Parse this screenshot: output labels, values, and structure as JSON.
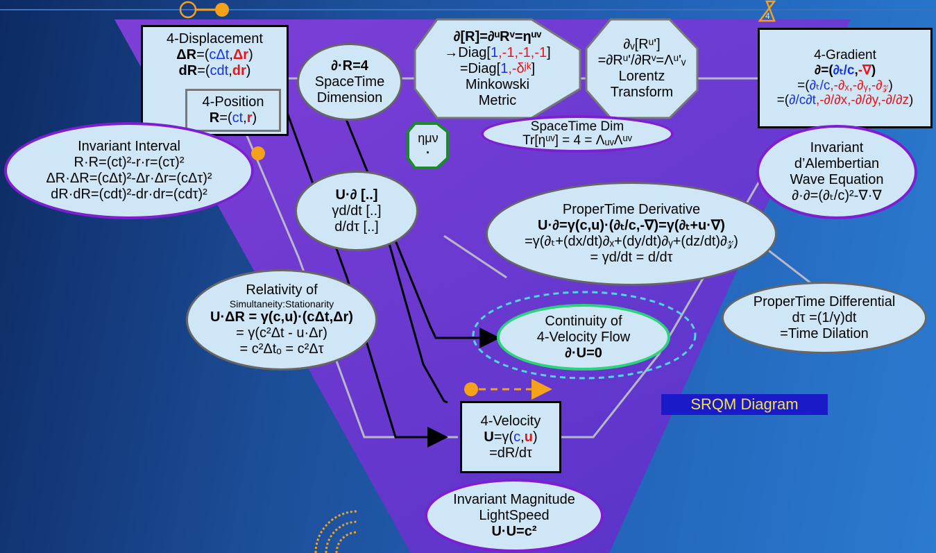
{
  "displacement": {
    "title": "4-Displacement",
    "dR_lhs": "ΔR",
    "dR_eq": "=(",
    "dR_ct": "cΔt",
    "dR_comma": ",",
    "dR_r": "Δr",
    "dR_close": ")",
    "d_lhs": "dR",
    "d_eq": "=(",
    "d_ct": "cdt",
    "d_comma": ",",
    "d_r": "dr",
    "d_close": ")"
  },
  "position": {
    "title": "4-Position",
    "lhs": "R",
    "eq": "=(",
    "ct": "ct",
    "comma": ",",
    "r": "r",
    "close": ")"
  },
  "interval": {
    "title": "Invariant Interval",
    "l1": "R·R=(ct)²-r·r=(cτ)²",
    "l2": "ΔR·ΔR=(cΔt)²-Δr·Δr=(cΔτ)²",
    "l3": "dR·dR=(cdt)²-dr·dr=(cdτ)²"
  },
  "dim": {
    "l1": "∂·R=4",
    "l2": "SpaceTime",
    "l3": "Dimension"
  },
  "metric": {
    "l1": "∂[R]=∂ᵘRᵛ=ηᵘᵛ",
    "l2a": "→Diag[",
    "l2b": "1",
    "l2c": ",-1,-1,-1",
    "l2d": "]",
    "l3a": "=Diag[",
    "l3b": "1",
    "l3c": ",-δʲᵏ",
    "l3d": "]",
    "l4": "Minkowski",
    "l5": "Metric"
  },
  "lorentz": {
    "l1": "∂ᵥ[Rᵘ']",
    "l2": "=∂Rᵘ'/∂Rᵛ=Λᵘ'ᵥ",
    "l3": "Lorentz",
    "l4": "Transform"
  },
  "stdim": {
    "l1": "SpaceTime Dim",
    "l2": "Tr[ηᵘᵛ] = 4 = ΛᵤᵥΛᵘᵛ"
  },
  "eta": {
    "symbol": "ημν",
    "dot": "·"
  },
  "gradient": {
    "title": "4-Gradient",
    "l1a": "∂=(",
    "l1b": "∂ₜ/c",
    "l1c": ",",
    "l1d": "-∇",
    "l1e": ")",
    "l2a": "=(",
    "l2b": "∂ₜ/c",
    "l2c": ",-∂ₓ,-∂ᵧ,-∂𝓏",
    "l2d": ")",
    "l3a": "=(",
    "l3b": "∂/c∂t",
    "l3c": ",-∂/∂x,-∂/∂y,-∂/∂z",
    "l3d": ")"
  },
  "dalembert": {
    "l1": "Invariant",
    "l2": "d’Alembertian",
    "l3": "Wave Equation",
    "l4": "∂·∂=(∂ₜ/c)²-∇·∇"
  },
  "udop": {
    "l1": "U·∂ [..]",
    "l2": "γd/dt [..]",
    "l3": "d/dτ [..]"
  },
  "propertime": {
    "title": "ProperTime Derivative",
    "l1": "U·∂=γ(c,u)·(∂ₜ/c,-∇)=γ(∂ₜ+u·∇)",
    "l2": "=γ(∂ₜ+(dx/dt)∂ₓ+(dy/dt)∂ᵧ+(dz/dt)∂𝓏)",
    "l3": "= γd/dt = d/dτ"
  },
  "simultaneity": {
    "title": "Relativity of",
    "sub": "Simultaneity:Stationarity",
    "l1": "U·ΔR = γ(c,u)·(cΔt,Δr)",
    "l2": "= γ(c²Δt - u·Δr)",
    "l3": "= c²Δtₒ = c²Δτ"
  },
  "continuity": {
    "l1": "Continuity of",
    "l2": "4-Velocity Flow",
    "l3": "∂·U=0"
  },
  "ptdiff": {
    "l1": "ProperTime Differential",
    "l2": "dτ =(1/γ)dt",
    "l3": "=Time Dilation"
  },
  "velocity": {
    "title": "4-Velocity",
    "l1a": "U=γ(",
    "l1b": "c",
    "l1c": ",",
    "l1d": "u",
    "l1e": ")",
    "l2": "=dR/dτ"
  },
  "magnitude": {
    "l1": "Invariant Magnitude",
    "l2": "LightSpeed",
    "l3": "U·U=c²"
  },
  "badge": {
    "label": "SRQM Diagram"
  },
  "corner_icon": {
    "digit": "4"
  },
  "colors": {
    "border_purple": "#7d1fd0",
    "node_fill": "#cfe6f6",
    "blue": "#1530e8",
    "red": "#e8141b",
    "orange": "#f5a21b",
    "cyan": "#4fd6e8",
    "green": "#2bd47a"
  }
}
